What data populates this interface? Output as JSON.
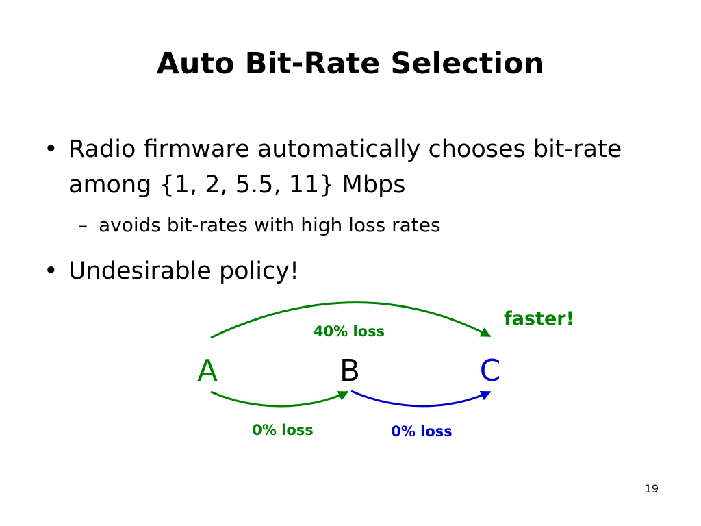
{
  "slide": {
    "title": "Auto Bit-Rate Selection",
    "number": "19"
  },
  "bullets": [
    {
      "marker": "•",
      "text": "Radio firmware automatically chooses bit-rate among {1, 2, 5.5, 11} Mbps"
    },
    {
      "marker": "•",
      "text": "Undesirable policy!"
    }
  ],
  "sub_bullet": {
    "marker": "–",
    "text": "avoids bit-rates with high loss rates"
  },
  "diagram": {
    "nodes": [
      {
        "label": "A",
        "color": "#008000"
      },
      {
        "label": "B",
        "color": "#000000"
      },
      {
        "label": "C",
        "color": "#0000cc"
      }
    ],
    "edges": [
      {
        "from": "A",
        "to": "C",
        "label": "40% loss",
        "color": "#008000"
      },
      {
        "from": "A",
        "to": "B",
        "label": "0% loss",
        "color": "#008000"
      },
      {
        "from": "B",
        "to": "C",
        "label": "0% loss",
        "color": "#0000cc"
      }
    ],
    "annotation": {
      "text": "faster!",
      "color": "#008000"
    }
  }
}
